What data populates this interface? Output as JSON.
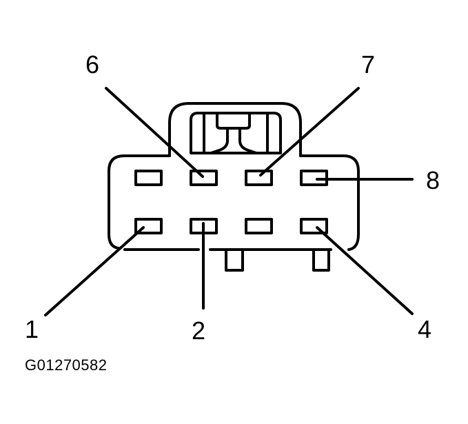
{
  "diagram": {
    "type": "connector-pinout",
    "pin_count": 8,
    "labels": {
      "pin1": "1",
      "pin2": "2",
      "pin4": "4",
      "pin6": "6",
      "pin7": "7",
      "pin8": "8"
    },
    "caption": "G01270582",
    "colors": {
      "stroke": "#000000",
      "background": "#ffffff"
    }
  }
}
